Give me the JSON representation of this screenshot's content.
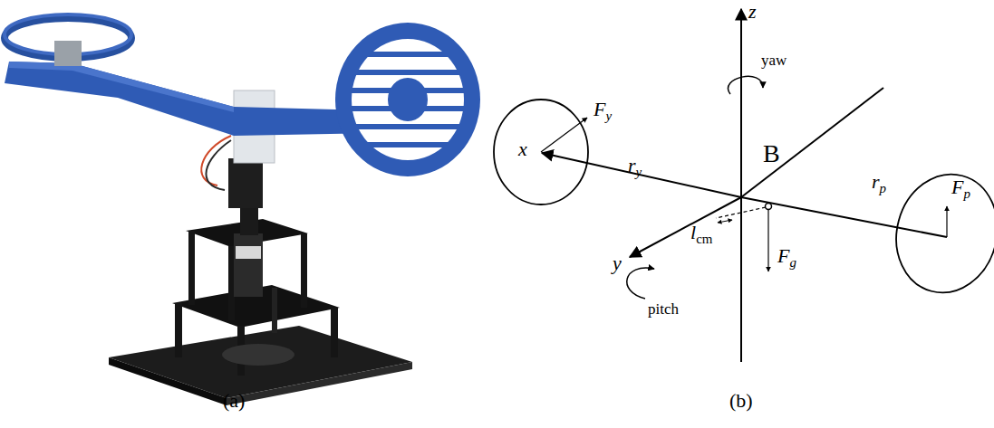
{
  "diagram": {
    "labels": [
      "(a)",
      "(b)",
      "z",
      "yaw",
      "F",
      "y",
      "x",
      "r",
      "y",
      "B",
      "F",
      "p",
      "r",
      "p",
      "l",
      "cm",
      "F",
      "g",
      "y",
      "pitch"
    ]
  }
}
